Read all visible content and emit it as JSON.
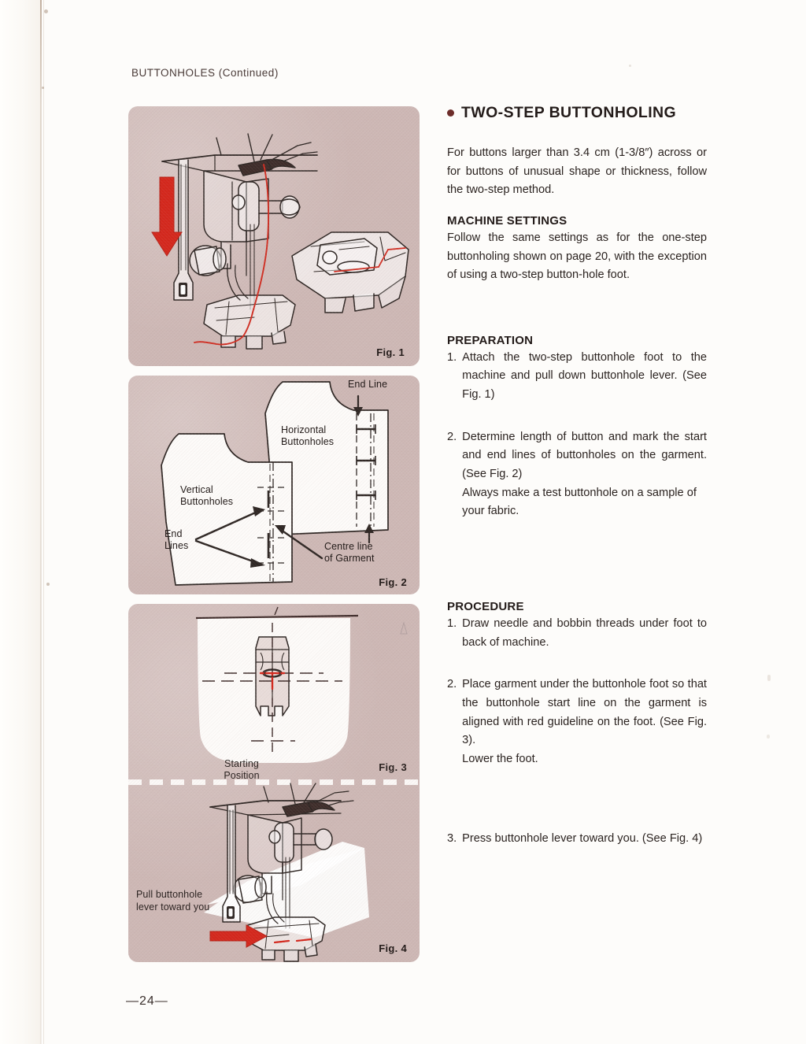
{
  "page": {
    "section_header": "BUTTONHOLES (Continued)",
    "page_number": "—24—"
  },
  "colors": {
    "panel_background": "#cdb7b4",
    "paper": "#fdfcfa",
    "ink": "#2b2320",
    "accent_red": "#d32419",
    "bullet": "#6d2d2a"
  },
  "content": {
    "heading": "TWO-STEP  BUTTONHOLING",
    "intro": "For buttons larger than 3.4 cm (1-3/8″) across or for buttons of unusual shape or thickness, follow the two-step method.",
    "machine_settings": {
      "title": "MACHINE SETTINGS",
      "text": "Follow the same settings as for the one-step buttonholing shown on page 20, with the exception of using a two-step button-hole foot."
    },
    "preparation": {
      "title": "PREPARATION",
      "steps": [
        {
          "num": "1.",
          "text": "Attach the two-step buttonhole foot to the machine and pull down buttonhole lever. (See Fig. 1)",
          "extra": ""
        },
        {
          "num": "2.",
          "text": "Determine length of button and mark the start and end lines of buttonholes on the garment. (See Fig. 2)",
          "extra": "Always make a test buttonhole on a sample of your fabric."
        }
      ]
    },
    "procedure": {
      "title": "PROCEDURE",
      "steps": [
        {
          "num": "1.",
          "text": "Draw needle and bobbin threads under foot to back of machine.",
          "extra": ""
        },
        {
          "num": "2.",
          "text": "Place garment under the buttonhole foot so that the buttonhole start line on the garment is aligned with red guideline on the foot. (See Fig. 3).",
          "extra": "Lower the foot."
        },
        {
          "num": "3.",
          "text": "Press buttonhole lever toward you. (See Fig. 4)",
          "extra": ""
        }
      ]
    }
  },
  "figures": {
    "fig1": {
      "caption": "Fig. 1",
      "description": "Sewing machine needle bar area with two-step buttonhole foot attached, buttonhole lever being pulled down (red down-arrow), and a detached buttonhole foot shown at right with red guideline markings."
    },
    "fig2": {
      "caption": "Fig. 2",
      "labels": {
        "end_line": "End Line",
        "horizontal_buttonholes": "Horizontal\nButtonholes",
        "horizontal_buttonholes_l1": "Horizontal",
        "horizontal_buttonholes_l2": "Buttonholes",
        "vertical_buttonholes_l1": "Vertical",
        "vertical_buttonholes_l2": "Buttonholes",
        "end_lines_l1": "End",
        "end_lines_l2": "Lines",
        "centre_line_l1": "Centre line",
        "centre_line_l2": "of Garment"
      },
      "description": "Two garment front pattern pieces showing placement of vertical and horizontal buttonholes relative to the centre line of the garment and the marked end lines."
    },
    "fig3": {
      "caption": "Fig. 3",
      "labels": {
        "starting_position_l1": "Starting",
        "starting_position_l2": "Position"
      },
      "description": "Top view of the two-step buttonhole foot on fabric, with the red guideline on the foot aligned with the buttonhole start line marked on the garment."
    },
    "fig4": {
      "caption": "Fig. 4",
      "labels": {
        "pull_lever_l1": "Pull buttonhole",
        "pull_lever_l2": "lever toward you"
      },
      "description": "Sewing machine with buttonhole lever being pulled toward the operator, indicated by a red arrow pointing forward along the fabric."
    }
  }
}
